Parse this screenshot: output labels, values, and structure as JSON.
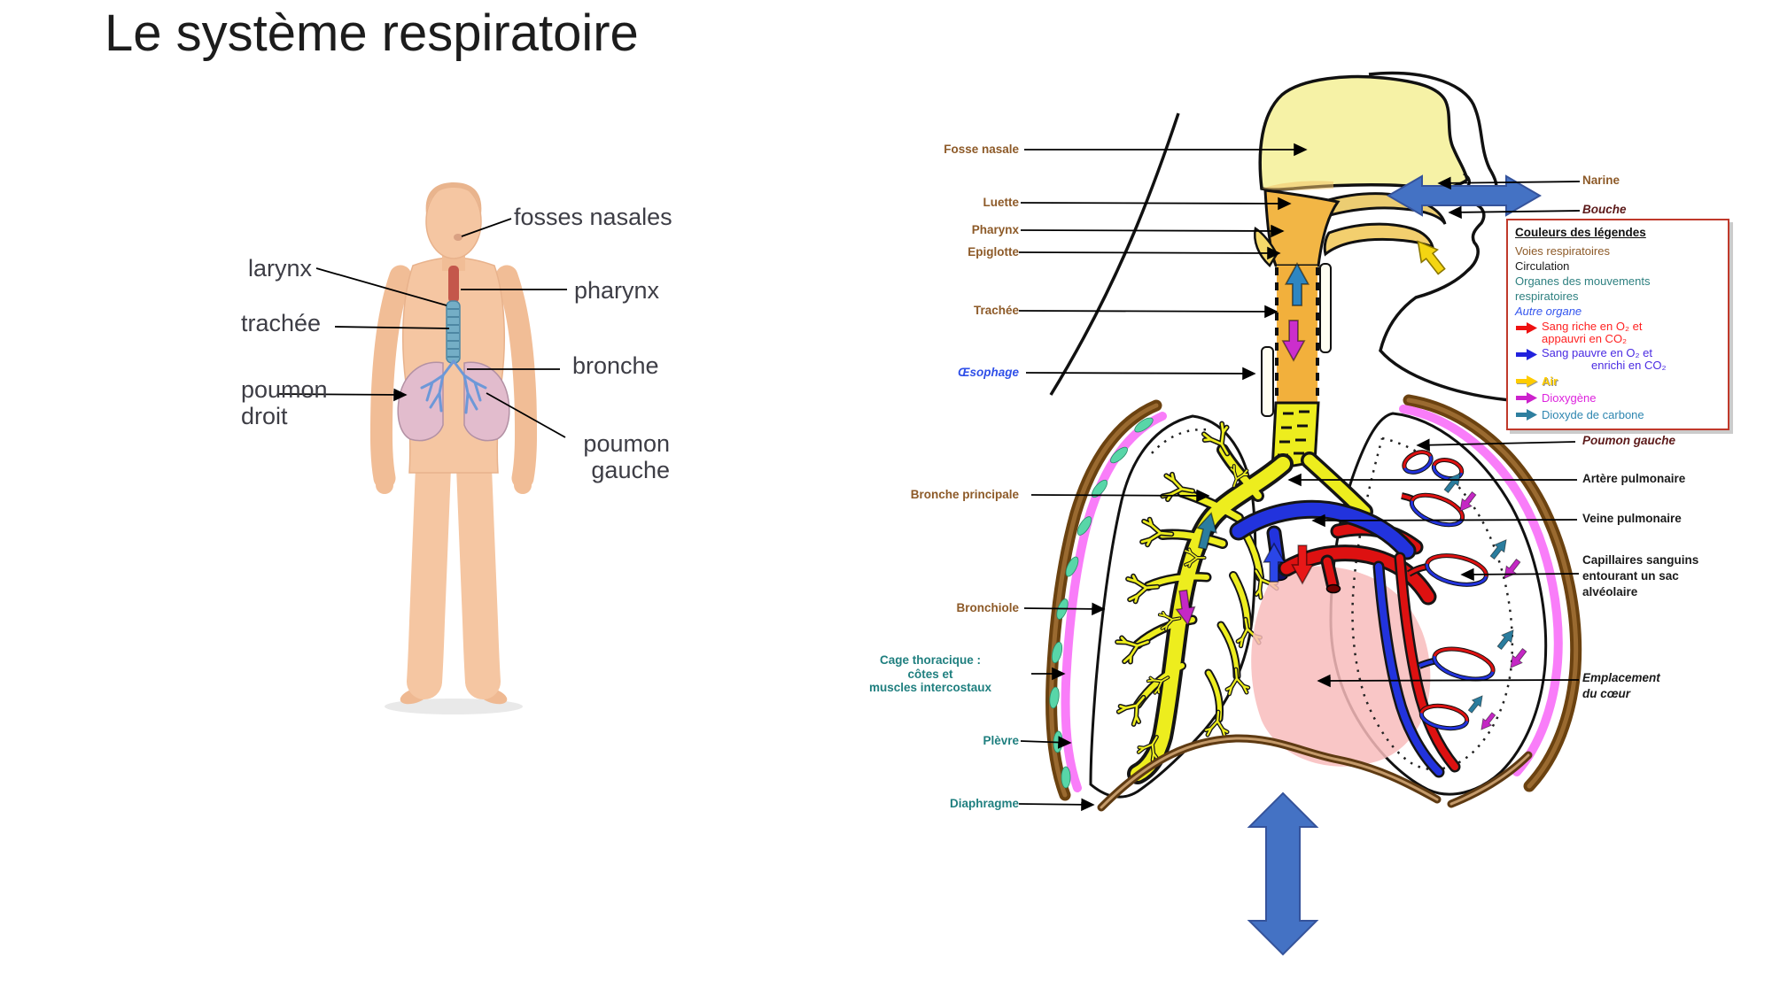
{
  "slide": {
    "title": "Le système respiratoire",
    "background": "#ffffff"
  },
  "body_figure": {
    "labels": {
      "fosses_nasales": "fosses nasales",
      "larynx": "larynx",
      "pharynx": "pharynx",
      "trachee": "trachée",
      "bronche": "bronche",
      "poumon_droit": [
        "poumon",
        "droit"
      ],
      "poumon_gauche": [
        "poumon",
        "gauche"
      ]
    }
  },
  "diagram": {
    "labels_left": {
      "fosse_nasale": "Fosse nasale",
      "luette": "Luette",
      "pharynx": "Pharynx",
      "epiglotte": "Epiglotte",
      "trachee": "Trachée",
      "oesophage": "Œsophage",
      "bronche_principale": "Bronche principale",
      "bronchiole": "Bronchiole",
      "cage_thoracique": [
        "Cage thoracique :",
        "côtes et",
        "muscles intercostaux"
      ],
      "plevre": "Plèvre",
      "diaphragme": "Diaphragme"
    },
    "labels_right": {
      "narine": "Narine",
      "bouche": "Bouche",
      "poumon_gauche": "Poumon gauche",
      "artere_pulmonaire": "Artère pulmonaire",
      "veine_pulmonaire": "Veine pulmonaire",
      "capillaires": [
        "Capillaires sanguins",
        "entourant un sac",
        "alvéolaire"
      ],
      "emplacement_coeur": [
        "Emplacement",
        "du cœur"
      ]
    },
    "legend": {
      "title": "Couleurs des légendes",
      "categories": [
        {
          "label": "Voies respiratoires",
          "color": "#8d5a28"
        },
        {
          "label": "Circulation",
          "color": "#1a1a1a"
        },
        {
          "label_lines": [
            "Organes des mouvements",
            "respiratoires"
          ],
          "color": "#2e8080"
        },
        {
          "label": "Autre organe",
          "color": "#3355ee"
        }
      ],
      "arrows": [
        {
          "icon": "red-arrow",
          "label_lines": [
            "Sang riche en O₂ et",
            "appauvri en CO₂"
          ],
          "color": "#ff2222",
          "arrow_color": "#ee1111"
        },
        {
          "icon": "blue-arrow",
          "label_lines": [
            "Sang pauvre en O₂ et",
            "enrichi en CO₂"
          ],
          "color": "#4a2be2",
          "arrow_color": "#2222dd"
        },
        {
          "icon": "yellow-arrow",
          "label": "Air",
          "color": "#ffcc00",
          "arrow_color": "#ffcc00"
        },
        {
          "icon": "magenta-arrow",
          "label": "Dioxygène",
          "color": "#dd22dd",
          "arrow_color": "#cc22cc"
        },
        {
          "icon": "steel-arrow",
          "label": "Dioxyde de carbone",
          "color": "#2e86b0",
          "arrow_color": "#2e7f9f"
        }
      ]
    }
  },
  "colors": {
    "respiratory_tract_brown": "#8d5a28",
    "movement_teal": "#1f7f7f",
    "other_organ_blue": "#3050e8",
    "circulation_black": "#1a1a1a",
    "maroon_italic_labels": "#5c1a1a",
    "big_arrow_blue": "#4472c4",
    "legend_border_red": "#c0392b",
    "trachea_yellow": "#eded1e",
    "pharynx_orange": "#f2b645",
    "nasal_pale_yellow": "#f6f2a6",
    "pleura_pink": "#f97df9",
    "rib_brown": "#6b4210",
    "heart_pink": "#f8bcbc"
  }
}
